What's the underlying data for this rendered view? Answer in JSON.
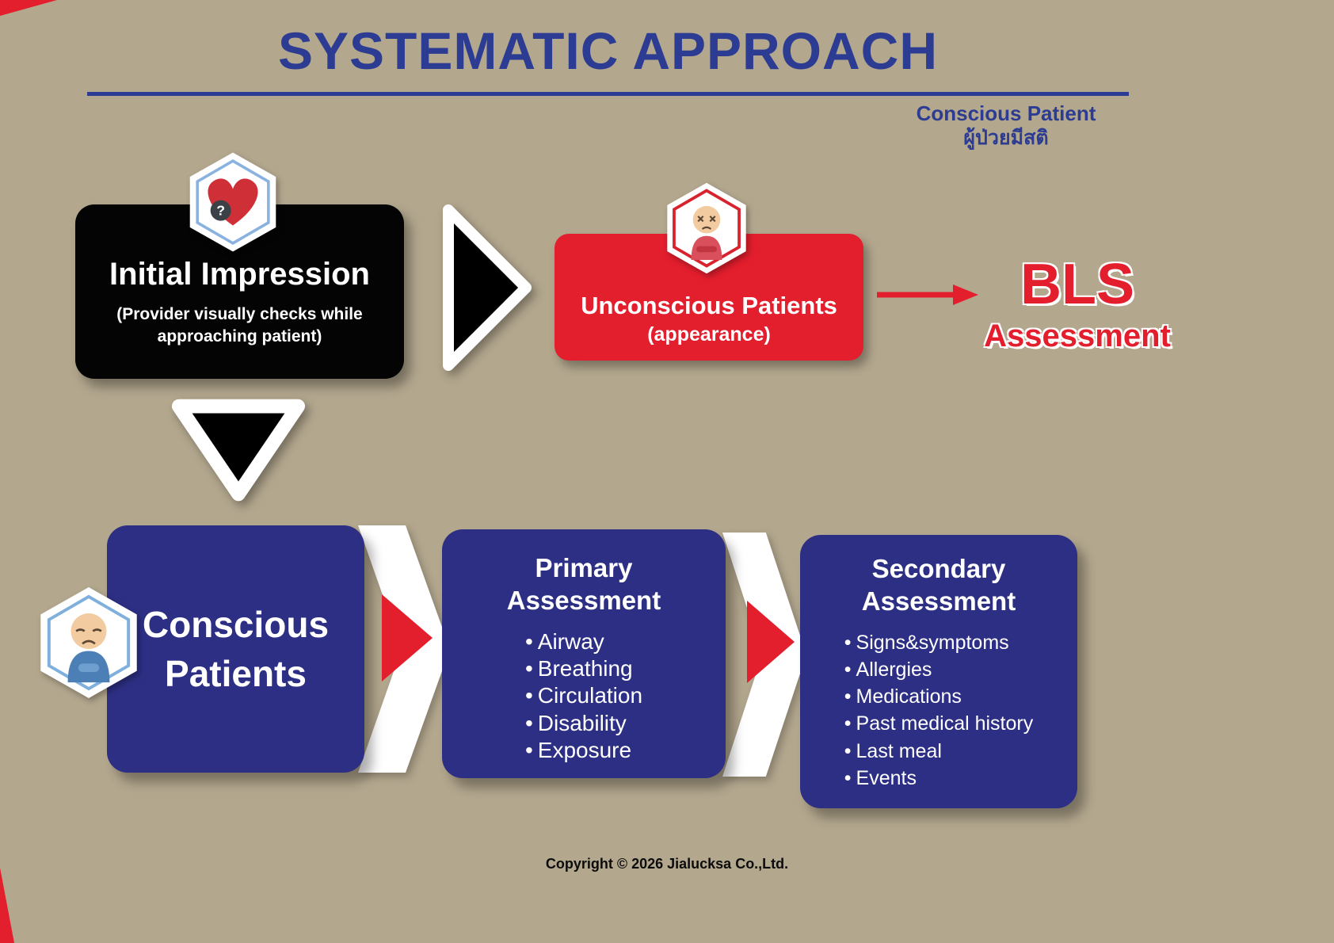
{
  "colors": {
    "background": "#b3a78e",
    "title_blue": "#2c3c92",
    "navy": "#2d2f84",
    "red": "#e31e2d",
    "black": "#040404",
    "white": "#ffffff"
  },
  "header": {
    "title": "SYSTEMATIC APPROACH",
    "top_right_en": "Conscious Patient",
    "top_right_th": "ผู้ป่วยมีสติ"
  },
  "initial_impression": {
    "title": "Initial Impression",
    "subtitle": "(Provider visually checks while approaching patient)",
    "icon": "heart-question-icon"
  },
  "unconscious": {
    "title": "Unconscious Patients",
    "subtitle": "(appearance)",
    "icon": "unconscious-person-icon"
  },
  "bls": {
    "line1": "BLS",
    "line2": "Assessment"
  },
  "conscious": {
    "title_line1": "Conscious",
    "title_line2": "Patients",
    "icon": "conscious-person-icon"
  },
  "primary": {
    "title_line1": "Primary",
    "title_line2": "Assessment",
    "items": [
      "Airway",
      "Breathing",
      "Circulation",
      "Disability",
      "Exposure"
    ]
  },
  "secondary": {
    "title_line1": "Secondary",
    "title_line2": "Assessment",
    "items": [
      "Signs&symptoms",
      "Allergies",
      "Medications",
      "Past medical history",
      "Last meal",
      "Events"
    ]
  },
  "footer": {
    "copyright": "Copyright © 2026 Jialucksa Co.,Ltd."
  }
}
